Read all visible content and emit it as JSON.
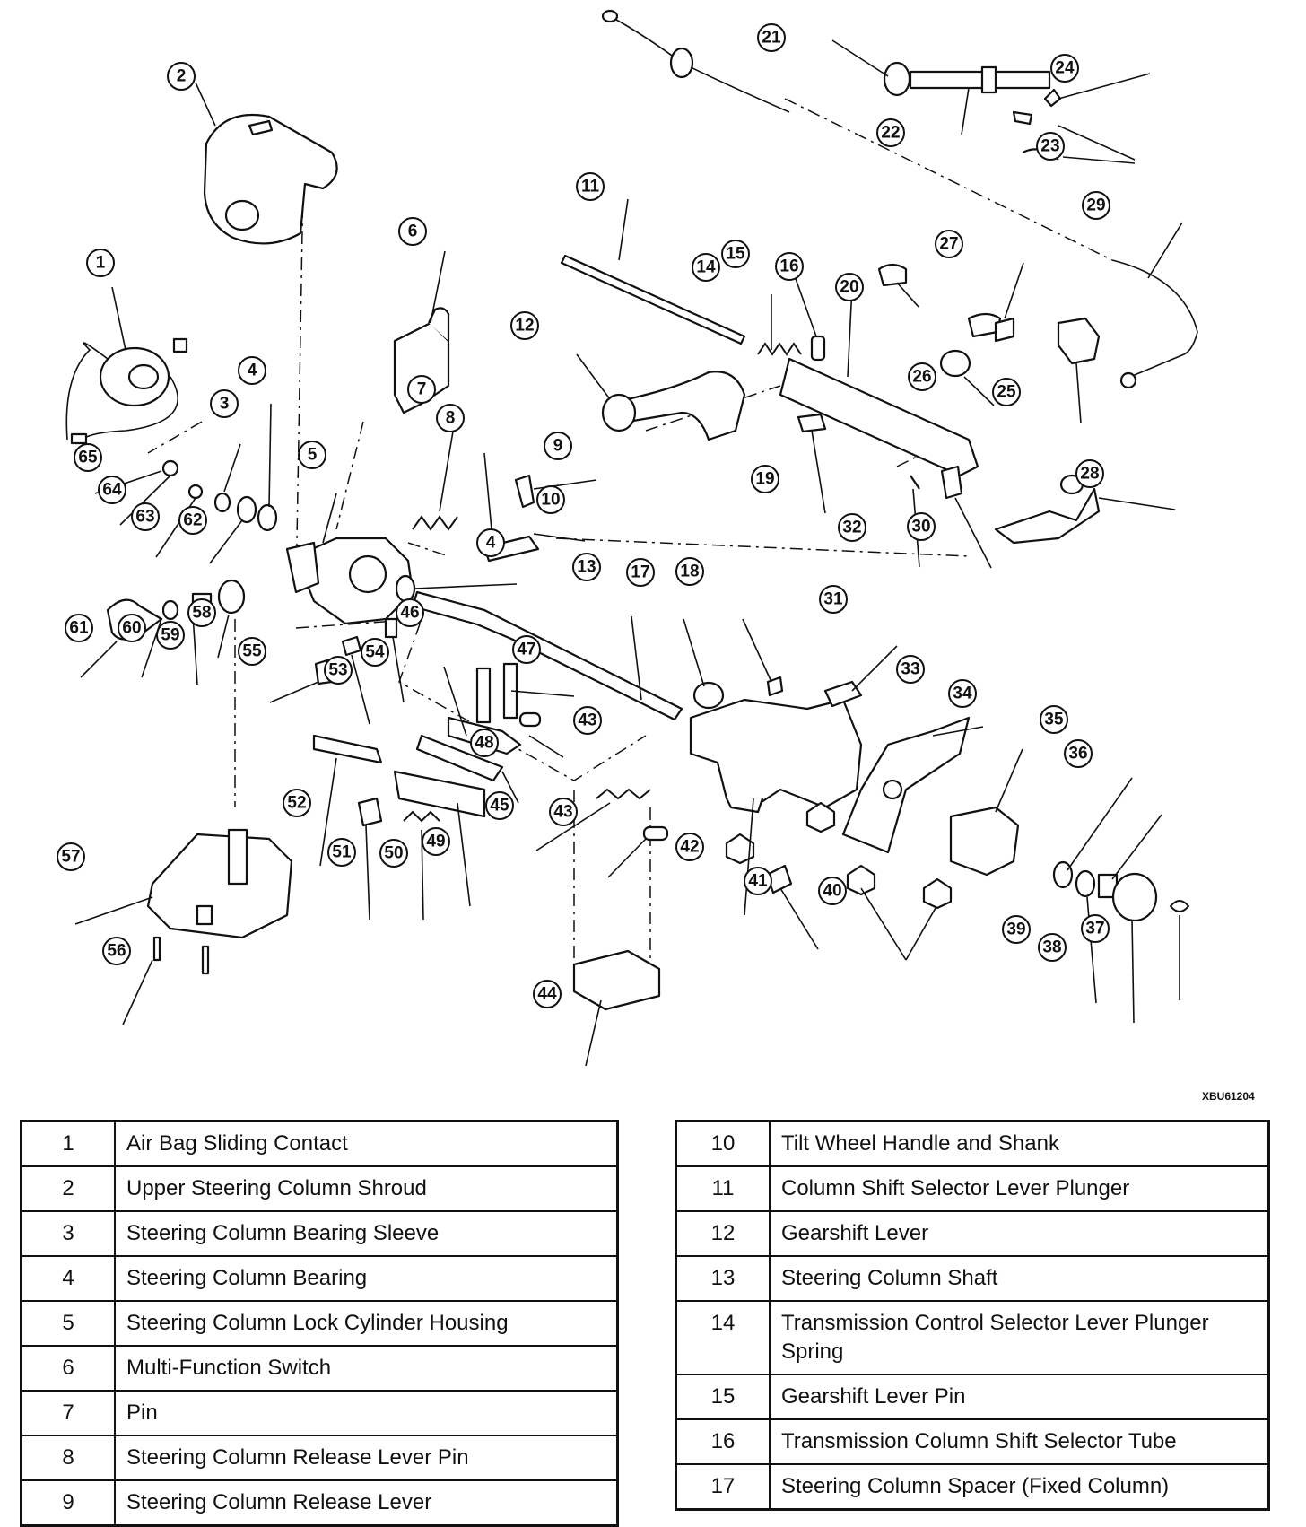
{
  "drawing_code": "XBU61204",
  "callouts": [
    "1",
    "2",
    "3",
    "4",
    "4",
    "5",
    "6",
    "7",
    "8",
    "9",
    "10",
    "11",
    "12",
    "13",
    "14",
    "15",
    "16",
    "17",
    "18",
    "19",
    "20",
    "21",
    "22",
    "23",
    "24",
    "25",
    "26",
    "27",
    "28",
    "29",
    "30",
    "31",
    "32",
    "33",
    "34",
    "35",
    "36",
    "37",
    "38",
    "39",
    "40",
    "41",
    "42",
    "43",
    "43",
    "44",
    "45",
    "46",
    "47",
    "48",
    "49",
    "50",
    "51",
    "52",
    "53",
    "54",
    "55",
    "56",
    "57",
    "58",
    "59",
    "60",
    "61",
    "62",
    "63",
    "64",
    "65"
  ],
  "legend_left": [
    {
      "num": "1",
      "name": "Air Bag Sliding Contact"
    },
    {
      "num": "2",
      "name": "Upper Steering Column Shroud"
    },
    {
      "num": "3",
      "name": "Steering Column Bearing Sleeve"
    },
    {
      "num": "4",
      "name": "Steering Column Bearing"
    },
    {
      "num": "5",
      "name": "Steering Column Lock Cylinder Housing"
    },
    {
      "num": "6",
      "name": "Multi-Function Switch"
    },
    {
      "num": "7",
      "name": "Pin"
    },
    {
      "num": "8",
      "name": "Steering Column Release Lever Pin"
    },
    {
      "num": "9",
      "name": "Steering Column Release Lever"
    }
  ],
  "legend_right": [
    {
      "num": "10",
      "name": "Tilt Wheel Handle and Shank"
    },
    {
      "num": "11",
      "name": "Column Shift Selector Lever Plunger"
    },
    {
      "num": "12",
      "name": "Gearshift Lever"
    },
    {
      "num": "13",
      "name": "Steering Column Shaft"
    },
    {
      "num": "14",
      "name": "Transmission Control Selector Lever Plunger Spring"
    },
    {
      "num": "15",
      "name": "Gearshift Lever Pin"
    },
    {
      "num": "16",
      "name": "Transmission Column Shift Selector Tube"
    },
    {
      "num": "17",
      "name": "Steering Column Spacer (Fixed Column)"
    }
  ]
}
